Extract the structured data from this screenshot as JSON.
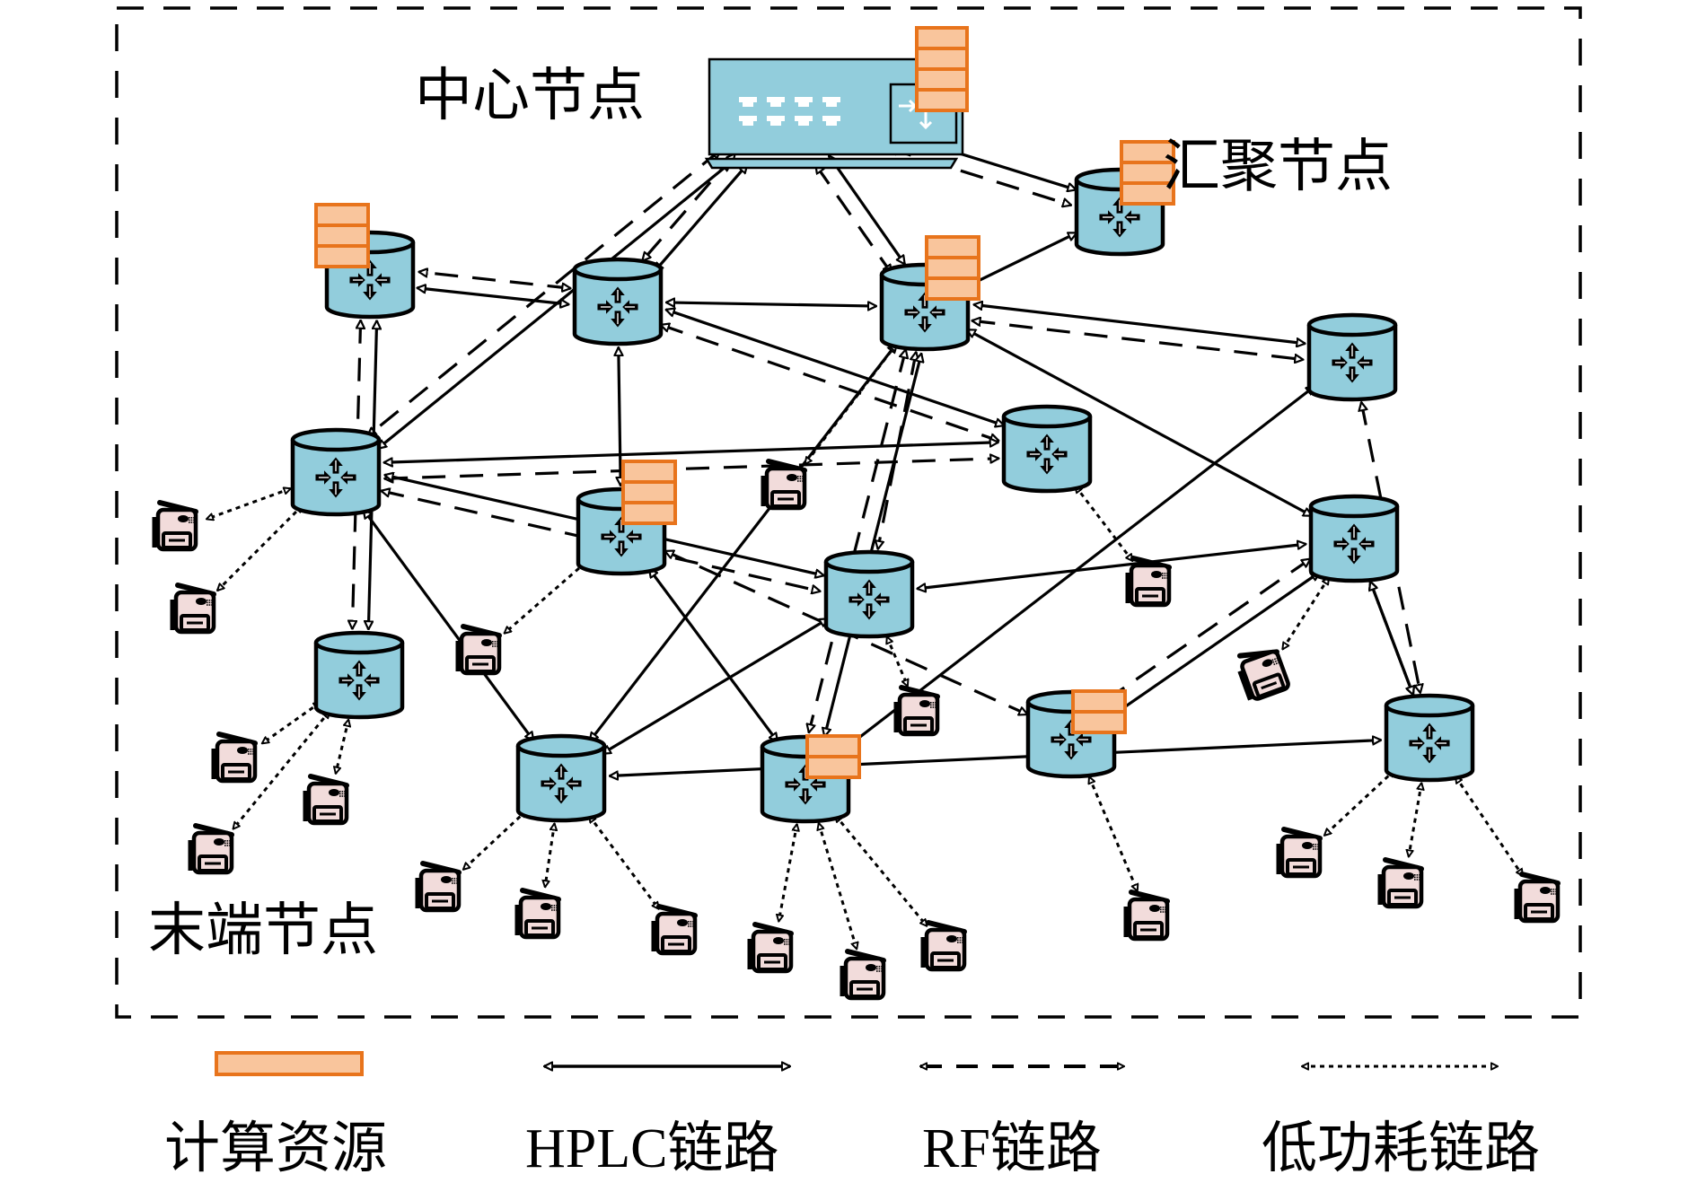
{
  "labels": {
    "center": "中心节点",
    "aggregation": "汇聚节点",
    "terminal": "末端节点"
  },
  "legend": [
    {
      "key": "compute",
      "label": "计算资源"
    },
    {
      "key": "hplc",
      "label": "HPLC链路"
    },
    {
      "key": "rf",
      "label": "RF链路"
    },
    {
      "key": "lowpower",
      "label": "低功耗链路"
    }
  ],
  "colors": {
    "router_fill": "#92cddc",
    "compute_fill": "#f9c59c",
    "compute_stroke": "#e8741c",
    "terminal_fill": "#f2dcdb",
    "stroke": "#000000"
  },
  "nodes": [
    {
      "id": "center",
      "type": "switch",
      "compute": 4
    },
    {
      "id": "A",
      "type": "router",
      "compute": 3
    },
    {
      "id": "B",
      "type": "router",
      "compute": 0
    },
    {
      "id": "C",
      "type": "router",
      "compute": 3
    },
    {
      "id": "D",
      "type": "router",
      "compute": 0
    },
    {
      "id": "E",
      "type": "router",
      "compute": 3
    },
    {
      "id": "F",
      "type": "router",
      "compute": 0
    },
    {
      "id": "G",
      "type": "router",
      "compute": 3
    },
    {
      "id": "H",
      "type": "router",
      "compute": 0
    },
    {
      "id": "I",
      "type": "router",
      "compute": 0
    },
    {
      "id": "J",
      "type": "router",
      "compute": 0
    },
    {
      "id": "K",
      "type": "router",
      "compute": 2
    },
    {
      "id": "L",
      "type": "router",
      "compute": 0
    },
    {
      "id": "M",
      "type": "router",
      "compute": 0
    },
    {
      "id": "N",
      "type": "router",
      "compute": 2
    },
    {
      "id": "O",
      "type": "router",
      "compute": 0
    }
  ],
  "links": [
    {
      "from": "center",
      "to": "B",
      "kind": "hplc"
    },
    {
      "from": "center",
      "to": "B",
      "kind": "rf"
    },
    {
      "from": "center",
      "to": "D",
      "kind": "hplc"
    },
    {
      "from": "center",
      "to": "D",
      "kind": "rf"
    },
    {
      "from": "center",
      "to": "E",
      "kind": "hplc"
    },
    {
      "from": "center",
      "to": "E",
      "kind": "rf"
    },
    {
      "from": "center",
      "to": "C",
      "kind": "hplc"
    },
    {
      "from": "center",
      "to": "C",
      "kind": "rf"
    },
    {
      "from": "B",
      "to": "A",
      "kind": "hplc"
    },
    {
      "from": "B",
      "to": "A",
      "kind": "rf"
    },
    {
      "from": "A",
      "to": "F",
      "kind": "hplc"
    },
    {
      "from": "A",
      "to": "F",
      "kind": "rf"
    },
    {
      "from": "B",
      "to": "G",
      "kind": "hplc"
    },
    {
      "from": "B",
      "to": "E",
      "kind": "hplc"
    },
    {
      "from": "B",
      "to": "H",
      "kind": "hplc"
    },
    {
      "from": "B",
      "to": "H",
      "kind": "rf"
    },
    {
      "from": "D",
      "to": "H",
      "kind": "hplc"
    },
    {
      "from": "D",
      "to": "H",
      "kind": "rf"
    },
    {
      "from": "D",
      "to": "J",
      "kind": "hplc"
    },
    {
      "from": "D",
      "to": "I",
      "kind": "hplc"
    },
    {
      "from": "D",
      "to": "I",
      "kind": "rf"
    },
    {
      "from": "E",
      "to": "I",
      "kind": "rf"
    },
    {
      "from": "E",
      "to": "J",
      "kind": "hplc"
    },
    {
      "from": "E",
      "to": "M",
      "kind": "hplc"
    },
    {
      "from": "E",
      "to": "K",
      "kind": "hplc"
    },
    {
      "from": "E",
      "to": "K",
      "kind": "rf"
    },
    {
      "from": "E",
      "to": "L",
      "kind": "hplc"
    },
    {
      "from": "E",
      "to": "L",
      "kind": "rf"
    },
    {
      "from": "E",
      "to": "C",
      "kind": "hplc"
    },
    {
      "from": "G",
      "to": "N",
      "kind": "rf"
    },
    {
      "from": "G",
      "to": "K",
      "kind": "hplc"
    },
    {
      "from": "M",
      "to": "N",
      "kind": "hplc"
    },
    {
      "from": "M",
      "to": "N",
      "kind": "rf"
    },
    {
      "from": "M",
      "to": "I",
      "kind": "hplc"
    },
    {
      "from": "M",
      "to": "O",
      "kind": "rf"
    },
    {
      "from": "J",
      "to": "O",
      "kind": "hplc"
    },
    {
      "from": "J",
      "to": "I",
      "kind": "hplc"
    },
    {
      "from": "K",
      "to": "L",
      "kind": "hplc"
    },
    {
      "from": "L",
      "to": "O",
      "kind": "rf"
    },
    {
      "from": "O",
      "to": "M",
      "kind": "hplc"
    },
    {
      "from": "O",
      "to": "M",
      "kind": "rf"
    },
    {
      "from": "O",
      "to": "P",
      "kind": "hplc"
    },
    {
      "from": "O",
      "to": "P",
      "kind": "rf"
    }
  ]
}
